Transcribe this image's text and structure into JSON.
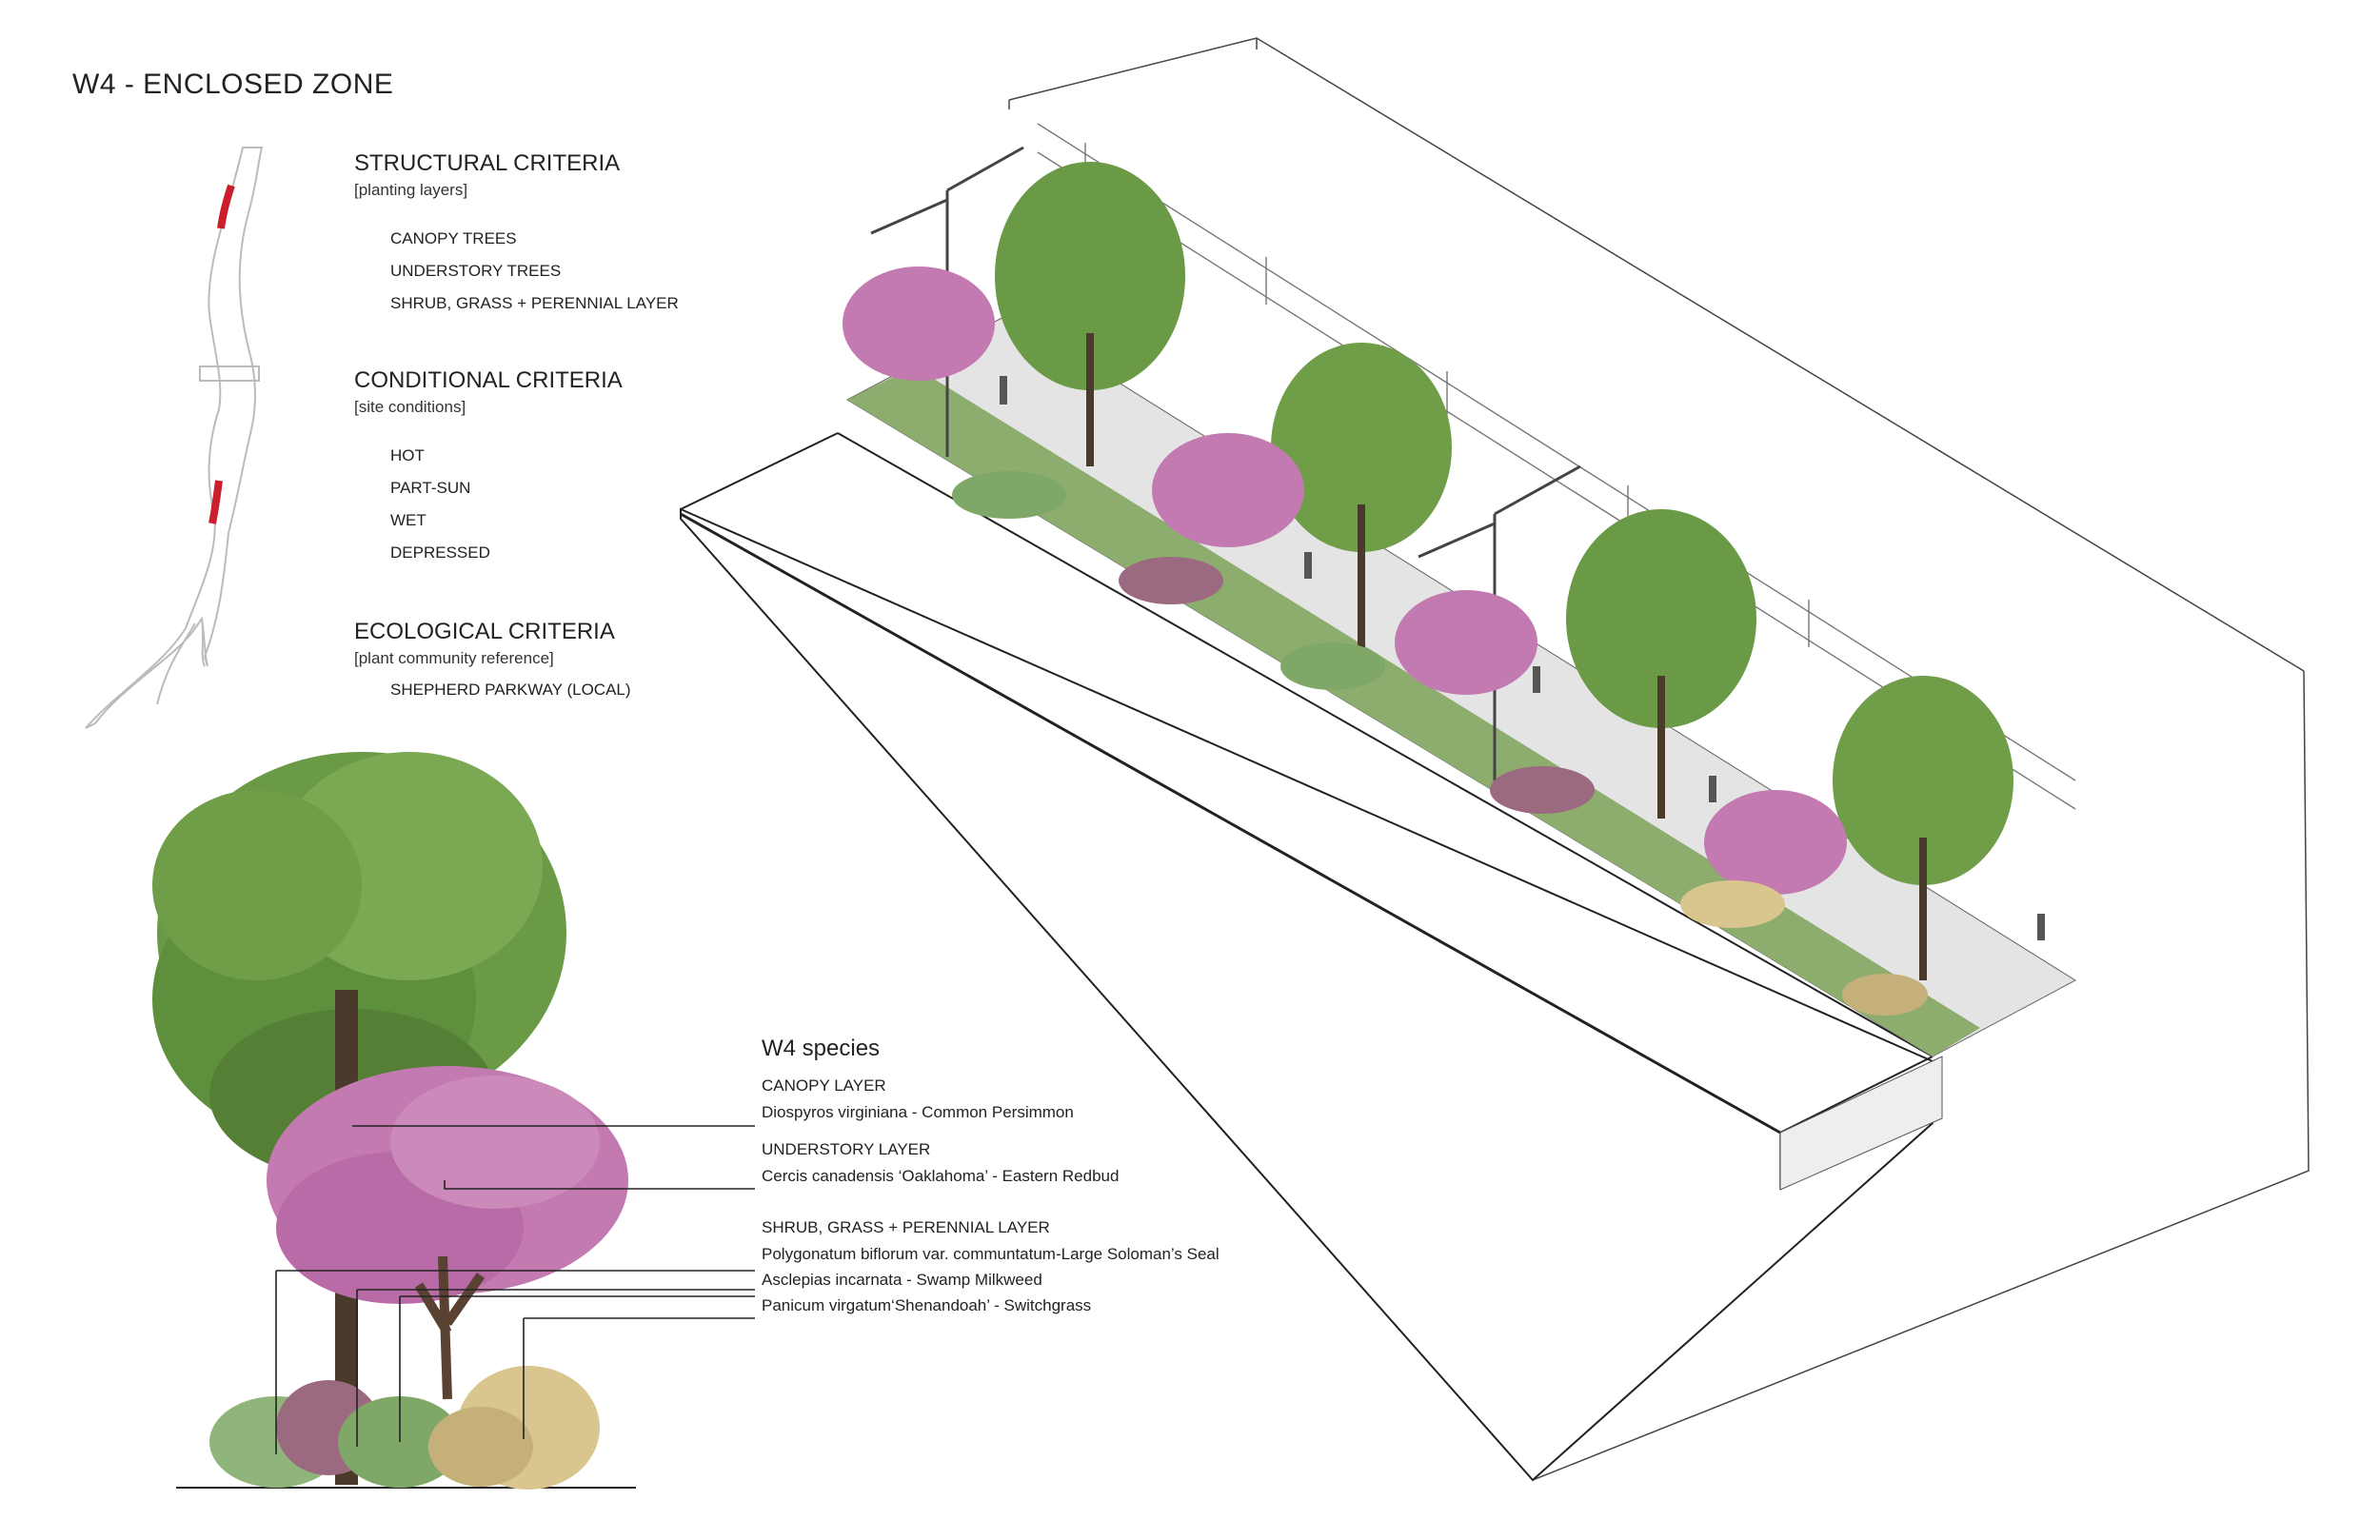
{
  "title": "W4  - ENCLOSED ZONE",
  "structural": {
    "heading": "STRUCTURAL CRITERIA",
    "sub": "[planting layers]",
    "items": [
      "CANOPY TREES",
      "UNDERSTORY TREES",
      "SHRUB, GRASS + PERENNIAL LAYER"
    ]
  },
  "conditional": {
    "heading": "CONDITIONAL CRITERIA",
    "sub": "[site conditions]",
    "items": [
      "HOT",
      "PART-SUN",
      "WET",
      "DEPRESSED"
    ]
  },
  "ecological": {
    "heading": "ECOLOGICAL CRITERIA",
    "sub": "[plant community reference]",
    "items": [
      "SHEPHERD PARKWAY (LOCAL)"
    ]
  },
  "species": {
    "title": "W4 species",
    "canopy_heading": "CANOPY LAYER",
    "canopy_1": "Diospyros virginiana - Common Persimmon",
    "understory_heading": "UNDERSTORY LAYER",
    "understory_1": "Cercis canadensis  ‘Oaklahoma’   - Eastern Redbud",
    "shrub_heading": "SHRUB, GRASS + PERENNIAL LAYER",
    "shrub_1": "Polygonatum biflorum var. communtatum-Large Soloman’s Seal",
    "shrub_2": "Asclepias incarnata - Swamp Milkweed",
    "shrub_3": "Panicum virgatum‘Shenandoah’ - Switchgrass"
  },
  "colors": {
    "canopy_green": "#5e8f3c",
    "redbud_pink": "#b86ba6",
    "highlight_red": "#cc1f2e",
    "line": "#222222"
  }
}
